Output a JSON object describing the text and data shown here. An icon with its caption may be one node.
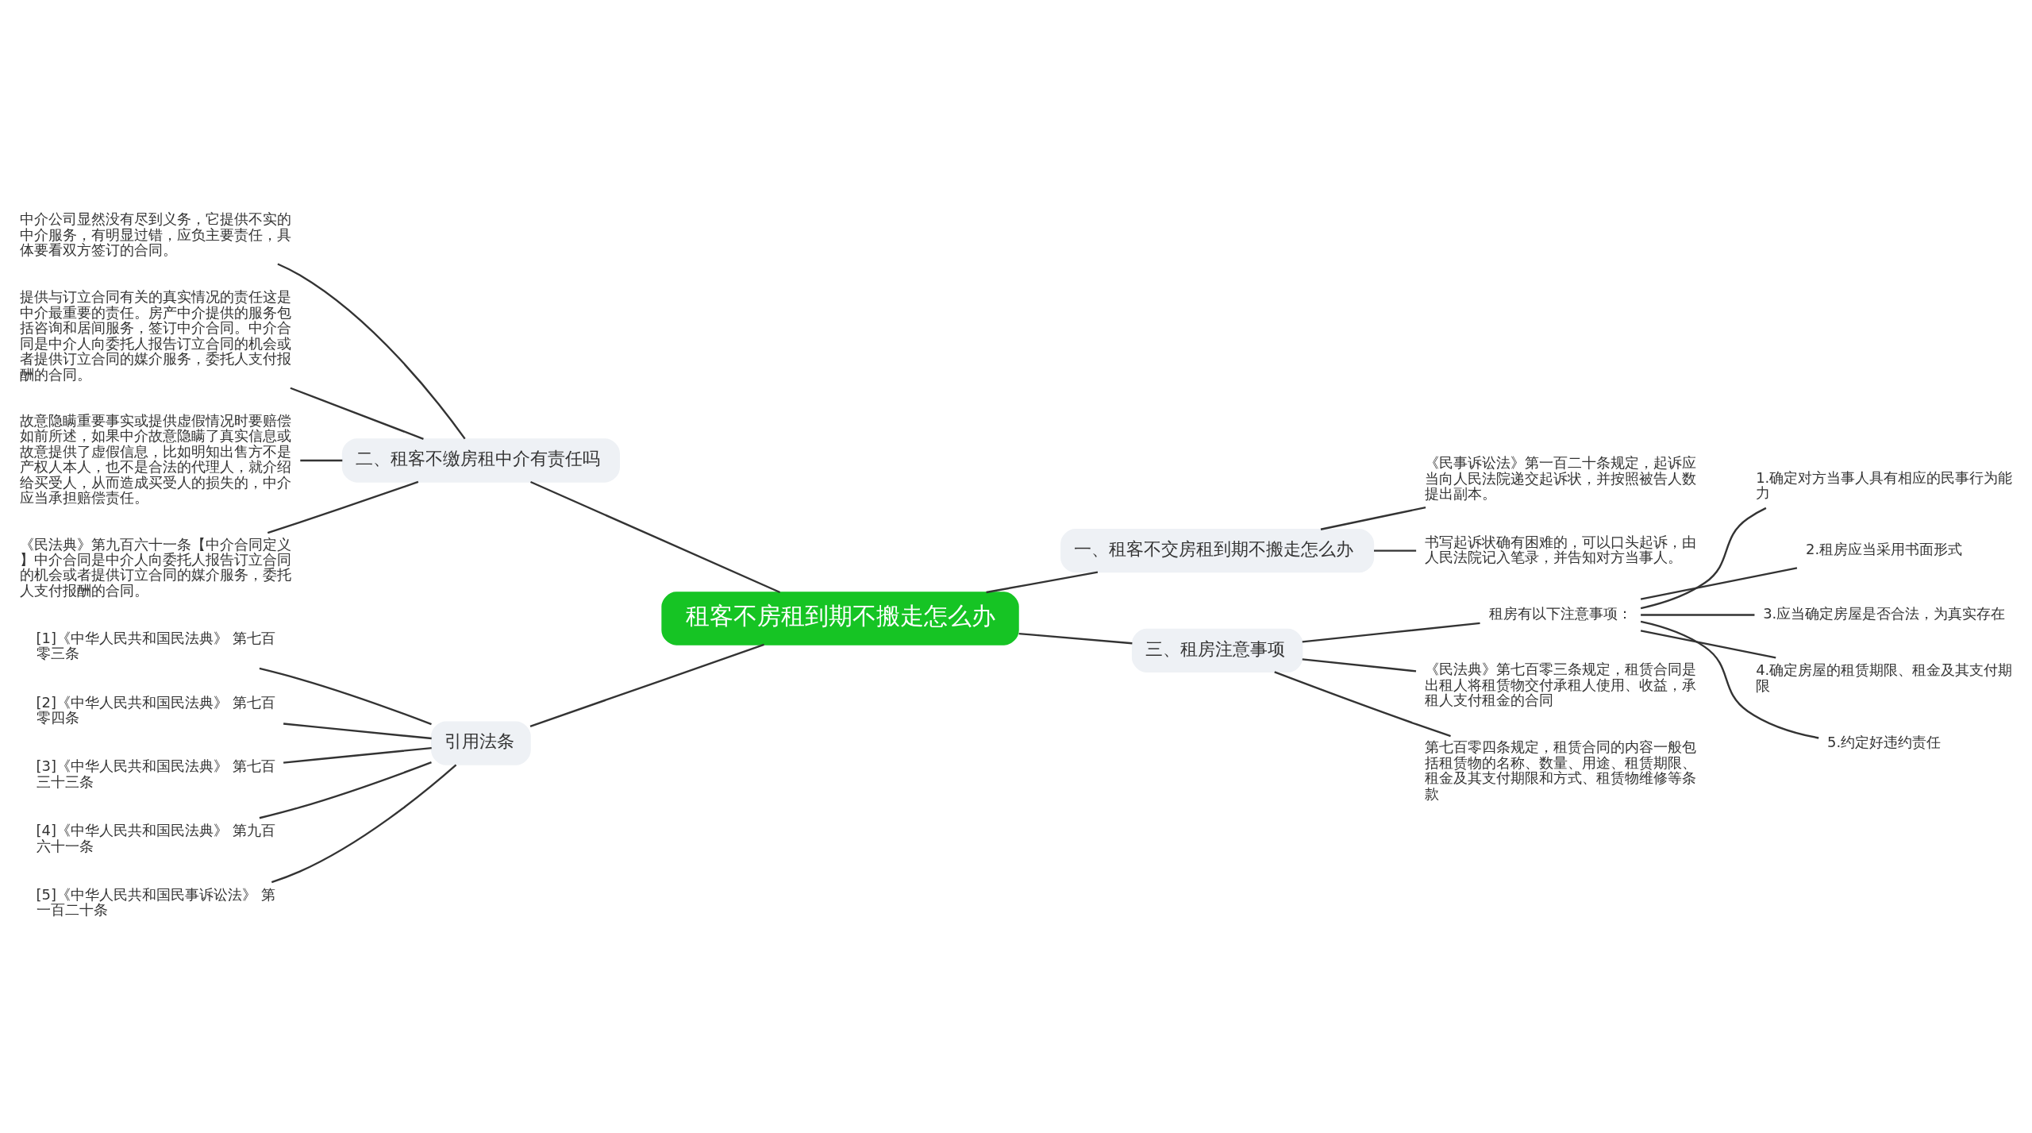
{
  "diagram": {
    "nodes": [
      {
        "text": [
          "租客不房租到期不搬走怎么办"
        ]
      },
      {
        "text": [
          "二、租客不缴房租中介有责任吗"
        ]
      },
      {
        "text": [
          "中介公司显然没有尽到义务，它提供不实的中介服务，有明显过错，应负主要责任，具体要看双方签订的合同。"
        ]
      },
      {
        "text": [
          "提供与订立合同有关的真实情况的责任这是中介最重要的责任。房产中介提供的服务包括咨询和居间服务，签订中介合同。中介合同是中介人向委托人报告订立合同的机会或者提供订立合同的媒介服务，委托人支付报酬的合同。"
        ]
      },
      {
        "text": [
          "故意隐瞒重要事实或提供虚假情况时要赔偿如前所述，如果中介故意隐瞒了真实信息或故意提供了虚假信息，比如明知出售方不是产权人本人，也不是合法的代理人，就介绍给买受人，从而造成买受人的损失的，中介应当承担赔偿责任。"
        ]
      },
      {
        "text": [
          "《民法典》第九百六十一条【中介合同定义】中介合同是中介人向委托人报告订立合同的机会或者提供订立合同的媒介服务，委托人支付报酬的合同。"
        ]
      },
      {
        "text": [
          "引用法条"
        ]
      },
      {
        "text": [
          "[1]《中华人民共和国民法典》 第七百零三条"
        ]
      },
      {
        "text": [
          "[2]《中华人民共和国民法典》 第七百零四条"
        ]
      },
      {
        "text": [
          "[3]《中华人民共和国民法典》 第七百三十三条"
        ]
      },
      {
        "text": [
          "[4]《中华人民共和国民法典》 第九百六十一条"
        ]
      },
      {
        "text": [
          "[5]《中华人民共和国民事诉讼法》 第一百二十条"
        ]
      },
      {
        "text": [
          "一、租客不交房租到期不搬走怎么办"
        ]
      },
      {
        "text": [
          "《民事诉讼法》第一百二十条规定，起诉应当向人民法院递交起诉状，并按照被告人数提出副本。"
        ]
      },
      {
        "text": [
          "书写起诉状确有困难的，可以口头起诉，由人民法院记入笔录，并告知对方当事人。"
        ]
      },
      {
        "text": [
          "三、租房注意事项"
        ]
      },
      {
        "text": [
          "租房有以下注意事项："
        ]
      },
      {
        "text": [
          "1.确定对方当事人具有相应的民事行为能力"
        ]
      },
      {
        "text": [
          "2.租房应当采用书面形式"
        ]
      },
      {
        "text": [
          "3.应当确定房屋是否合法，为真实存在"
        ]
      },
      {
        "text": [
          "4.确定房屋的租赁期限、租金及其支付期限"
        ]
      },
      {
        "text": [
          "5.约定好违约责任"
        ]
      },
      {
        "text": [
          "《民法典》第七百零三条规定，租赁合同是出租人将租赁物交付承租人使用、收益，承租人支付租金的合同"
        ]
      },
      {
        "text": [
          "第七百零四条规定，租赁合同的内容一般包括租赁物的名称、数量、用途、租赁期限、租金及其支付期限和方式、租赁物维修等条款"
        ]
      }
    ],
    "edges": [
      {
        "from": 0,
        "to": 1,
        "arrow": "none"
      },
      {
        "from": 1,
        "to": 2,
        "arrow": "none"
      },
      {
        "from": 1,
        "to": 3,
        "arrow": "none"
      },
      {
        "from": 1,
        "to": 4,
        "arrow": "none"
      },
      {
        "from": 1,
        "to": 5,
        "arrow": "none"
      },
      {
        "from": 0,
        "to": 6,
        "arrow": "none"
      },
      {
        "from": 6,
        "to": 7,
        "arrow": "none"
      },
      {
        "from": 6,
        "to": 8,
        "arrow": "none"
      },
      {
        "from": 6,
        "to": 9,
        "arrow": "none"
      },
      {
        "from": 6,
        "to": 10,
        "arrow": "none"
      },
      {
        "from": 6,
        "to": 11,
        "arrow": "none"
      },
      {
        "from": 0,
        "to": 12,
        "arrow": "none"
      },
      {
        "from": 12,
        "to": 13,
        "arrow": "none"
      },
      {
        "from": 12,
        "to": 14,
        "arrow": "none"
      },
      {
        "from": 0,
        "to": 15,
        "arrow": "none"
      },
      {
        "from": 15,
        "to": 16,
        "arrow": "none"
      },
      {
        "from": 16,
        "to": 17,
        "arrow": "none"
      },
      {
        "from": 16,
        "to": 18,
        "arrow": "none"
      },
      {
        "from": 16,
        "to": 19,
        "arrow": "none"
      },
      {
        "from": 16,
        "to": 20,
        "arrow": "none"
      },
      {
        "from": 16,
        "to": 21,
        "arrow": "none"
      },
      {
        "from": 15,
        "to": 22,
        "arrow": "none"
      },
      {
        "from": 15,
        "to": 23,
        "arrow": "none"
      }
    ]
  }
}
